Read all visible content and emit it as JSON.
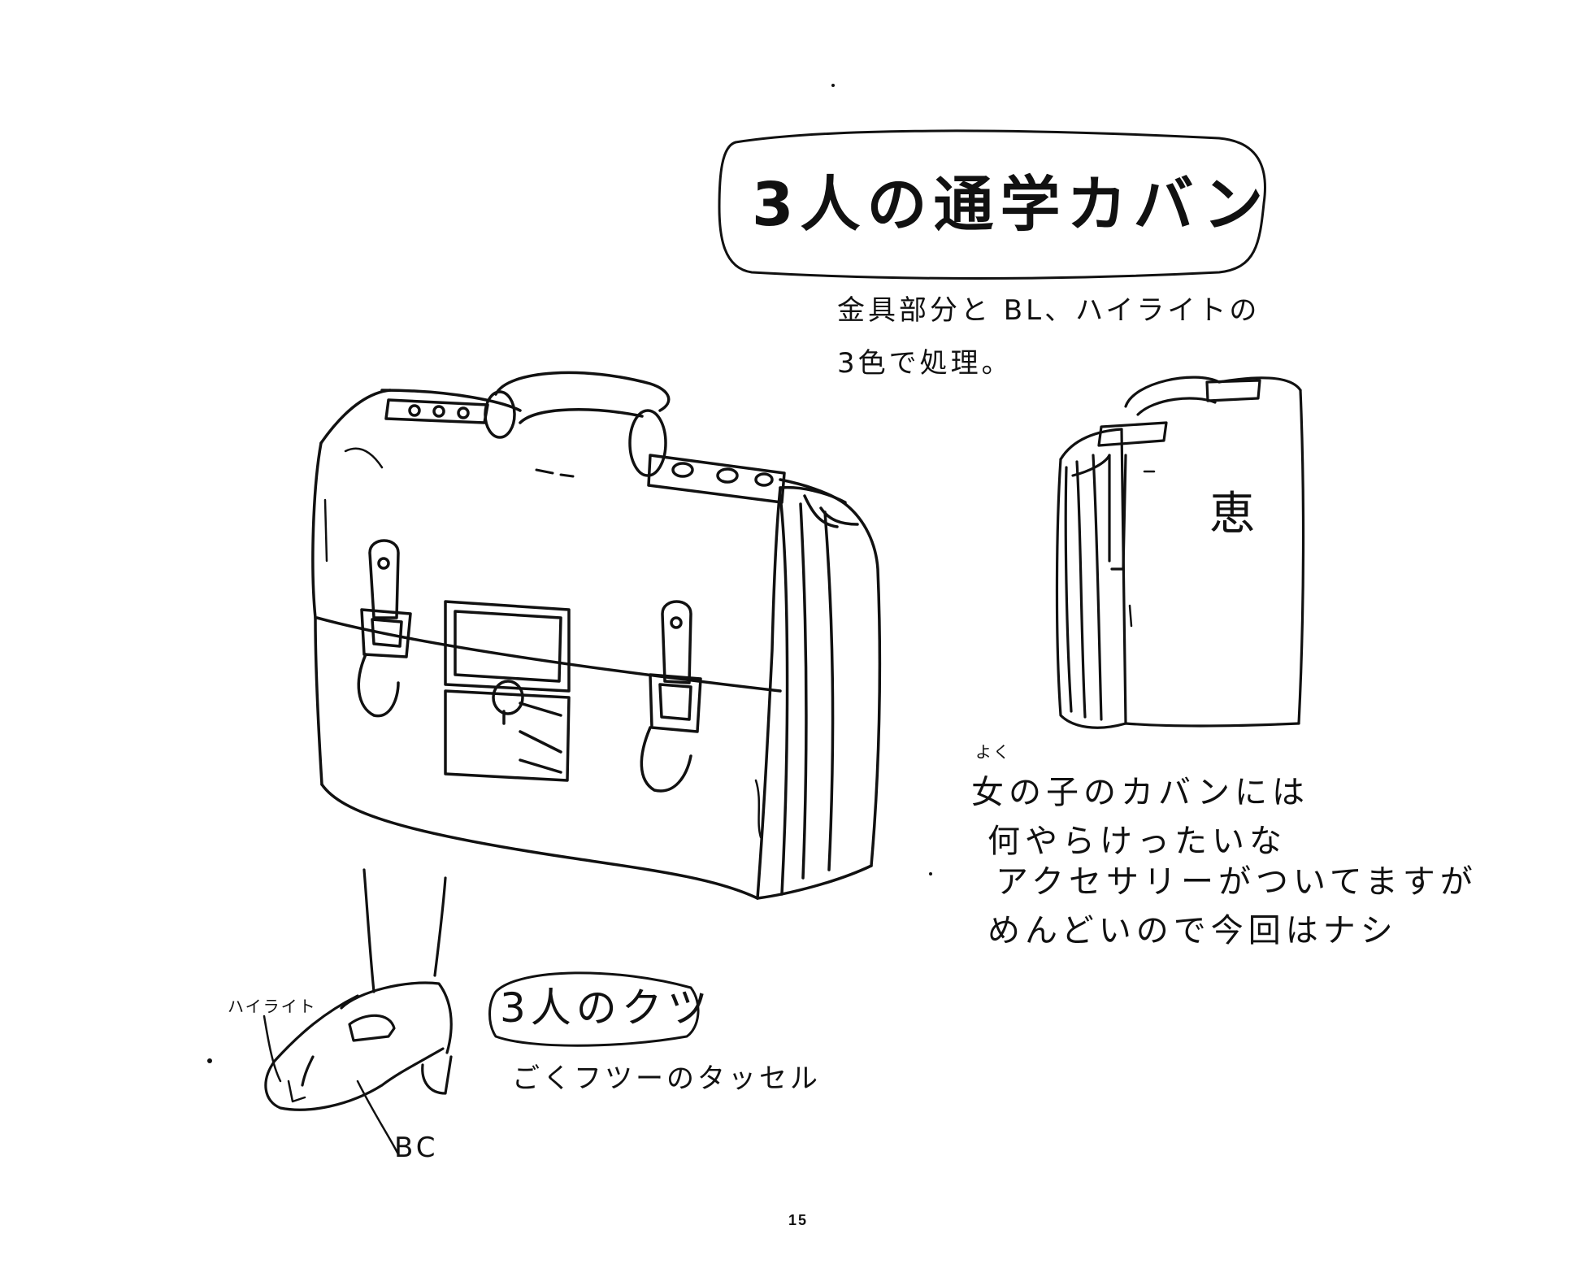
{
  "title": "3人の通学カバン",
  "notes": {
    "metal_parts_line1": "金具部分と BL、ハイライトの",
    "metal_parts_line2": "3色で処理。",
    "accessory_small": "よく",
    "accessory_line1": "女の子のカバンには",
    "accessory_line2": "何やらけったいな",
    "accessory_line3": "アクセサリーがついてますが",
    "accessory_line4": "めんどいので今回はナシ"
  },
  "bag_name_mark": "恵",
  "shoes": {
    "title": "3人のクツ",
    "caption": "ごくフツーのタッセル",
    "label_highlight": "ハイライト",
    "label_bc": "BC"
  },
  "page_number": "15",
  "colors": {
    "ink": "#111111",
    "paper": "#ffffff"
  }
}
